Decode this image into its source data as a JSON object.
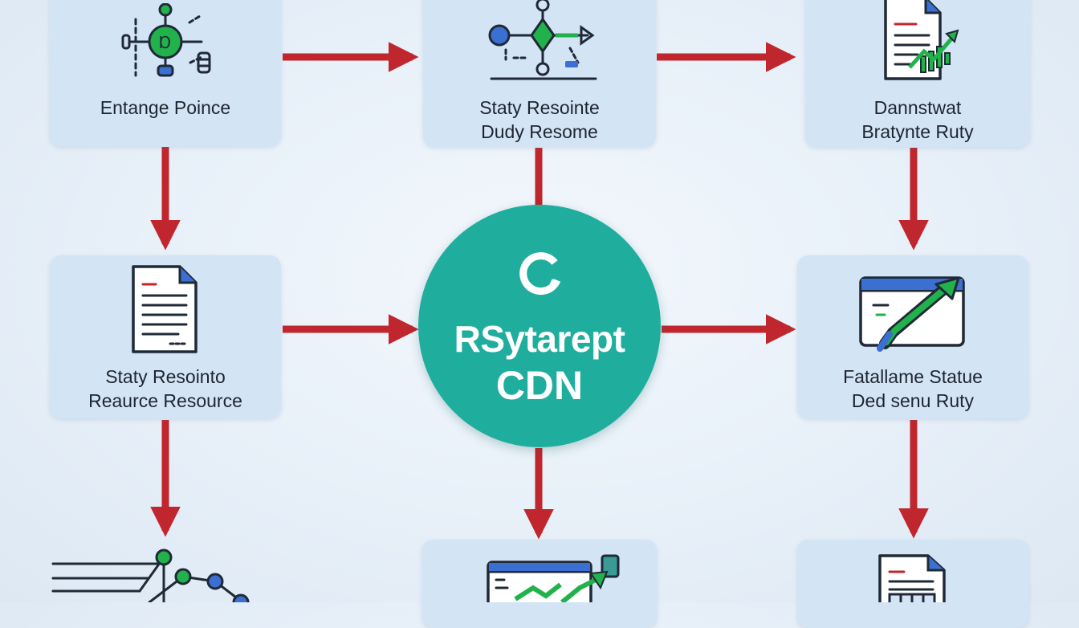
{
  "colors": {
    "background": "#e6eff8",
    "card": "#d3e4f5",
    "arrow": "#c0262d",
    "hub": "#1fae9e",
    "icon_stroke": "#1f2937",
    "icon_green": "#22b24c",
    "icon_blue": "#3b6fd1"
  },
  "nodes": {
    "top_left": {
      "label": "Entange Poince",
      "icon": "network-node-icon"
    },
    "top_center": {
      "line1": "Staty Resointe",
      "line2": "Dudy Resome",
      "icon": "network-flow-icon"
    },
    "top_right": {
      "line1": "Dannstwat",
      "line2": "Bratynte Ruty",
      "icon": "document-chart-icon"
    },
    "mid_left": {
      "line1": "Staty Resointo",
      "line2": "Reaurce Resource",
      "icon": "document-icon"
    },
    "mid_right": {
      "line1": "Fatallame Statue",
      "line2": "Ded senu Ruty",
      "icon": "browser-growth-icon"
    },
    "bottom_left": {
      "icon": "network-graph-icon"
    },
    "bottom_center": {
      "icon": "dashboard-chart-icon"
    },
    "bottom_right": {
      "icon": "document-table-icon"
    }
  },
  "hub": {
    "line1": "RSytarept",
    "line2": "CDN",
    "icon": "cdn-logo-icon"
  }
}
